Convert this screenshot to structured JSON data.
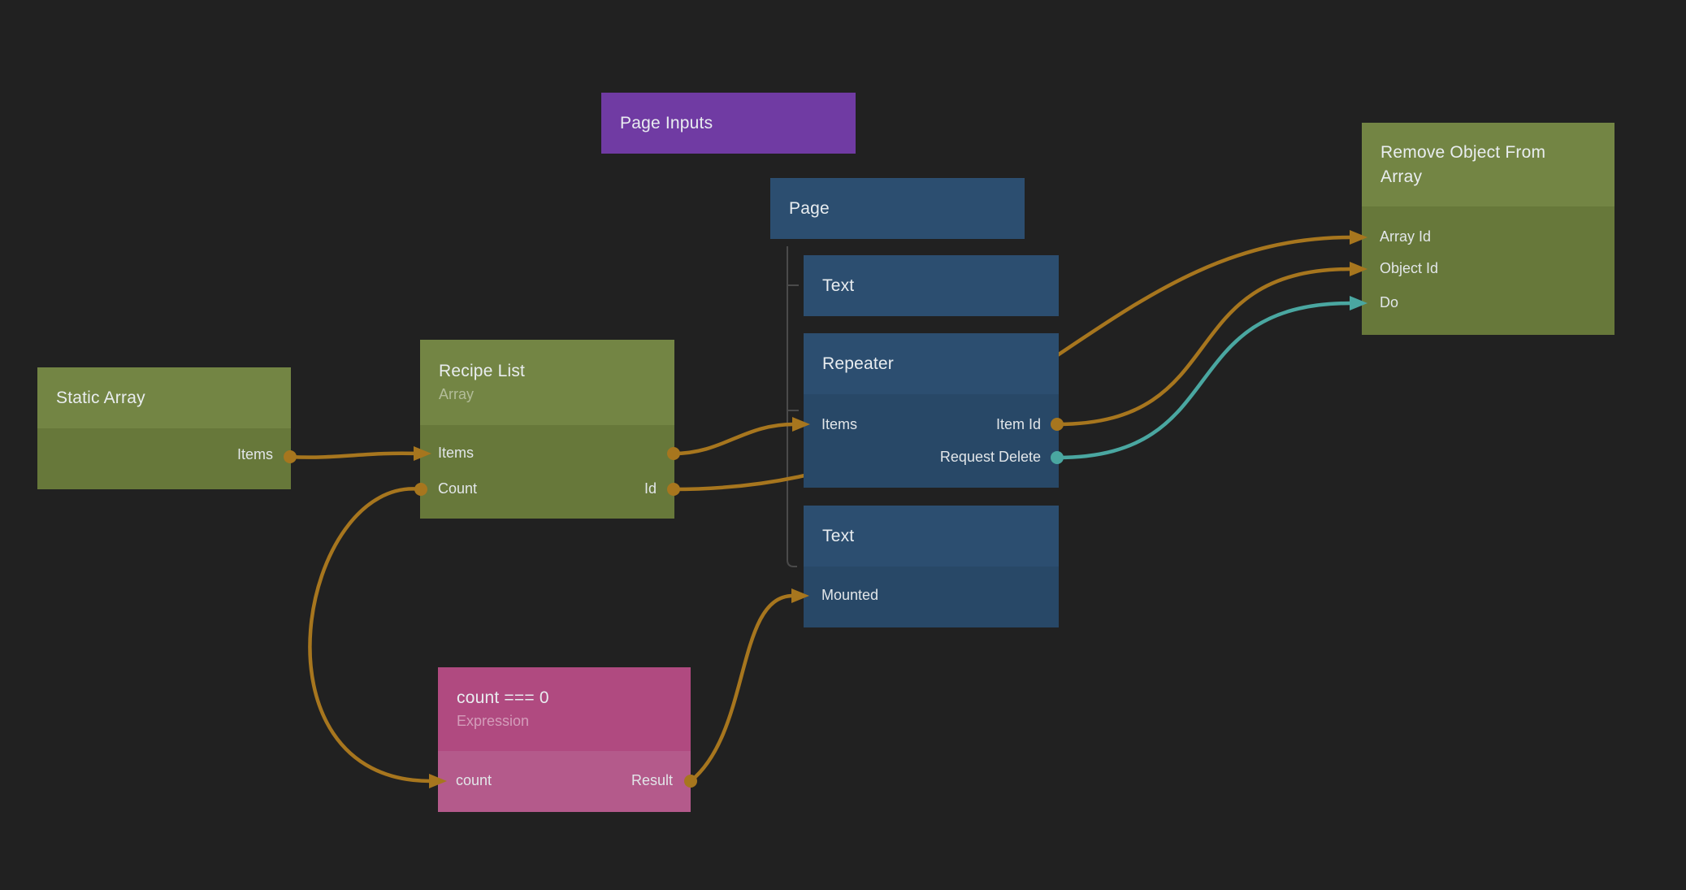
{
  "canvas": {
    "description": "node graph editor canvas"
  },
  "colors": {
    "background": "#212121",
    "node_blue_header": "#2c4e70",
    "node_blue_body": "#284867",
    "node_green_header": "#738544",
    "node_green_body": "#67783a",
    "node_purple": "#703ba3",
    "node_pink_header": "#b04a80",
    "node_pink_body": "#b45a8b",
    "wire_orange": "#a7761e",
    "wire_teal": "#4aa7a1",
    "tree_line": "#4a4a4a"
  },
  "nodes": {
    "page_inputs": {
      "title": "Page Inputs"
    },
    "page": {
      "title": "Page"
    },
    "text_1": {
      "title": "Text"
    },
    "repeater": {
      "title": "Repeater",
      "ports": {
        "items": "Items",
        "item_id": "Item Id",
        "request_delete": "Request Delete"
      }
    },
    "text_2": {
      "title": "Text",
      "ports": {
        "mounted": "Mounted"
      }
    },
    "static_array": {
      "title": "Static Array",
      "ports": {
        "items": "Items"
      }
    },
    "recipe_list": {
      "title": "Recipe List",
      "subtitle": "Array",
      "ports": {
        "items": "Items",
        "count": "Count",
        "id": "Id"
      }
    },
    "expression": {
      "title": "count === 0",
      "subtitle": "Expression",
      "ports": {
        "count": "count",
        "result": "Result"
      }
    },
    "remove_object_from_array": {
      "title": "Remove Object From Array",
      "ports": {
        "array_id": "Array Id",
        "object_id": "Object Id",
        "do": "Do"
      }
    }
  }
}
